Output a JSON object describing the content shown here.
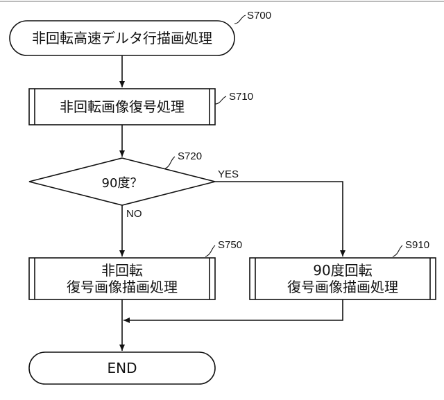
{
  "flowchart": {
    "start": {
      "label": "非回転高速デルタ行描画処理",
      "step": "S700"
    },
    "decode": {
      "label": "非回転画像復号処理",
      "step": "S710"
    },
    "decision": {
      "label": "90度？",
      "step": "S720",
      "yes": "YES",
      "no": "NO"
    },
    "left_process": {
      "line1": "非回転",
      "line2": "復号画像描画処理",
      "step": "S750"
    },
    "right_process": {
      "line1": "90度回転",
      "line2": "復号画像描画処理",
      "step": "S910"
    },
    "end": {
      "label": "END"
    }
  }
}
